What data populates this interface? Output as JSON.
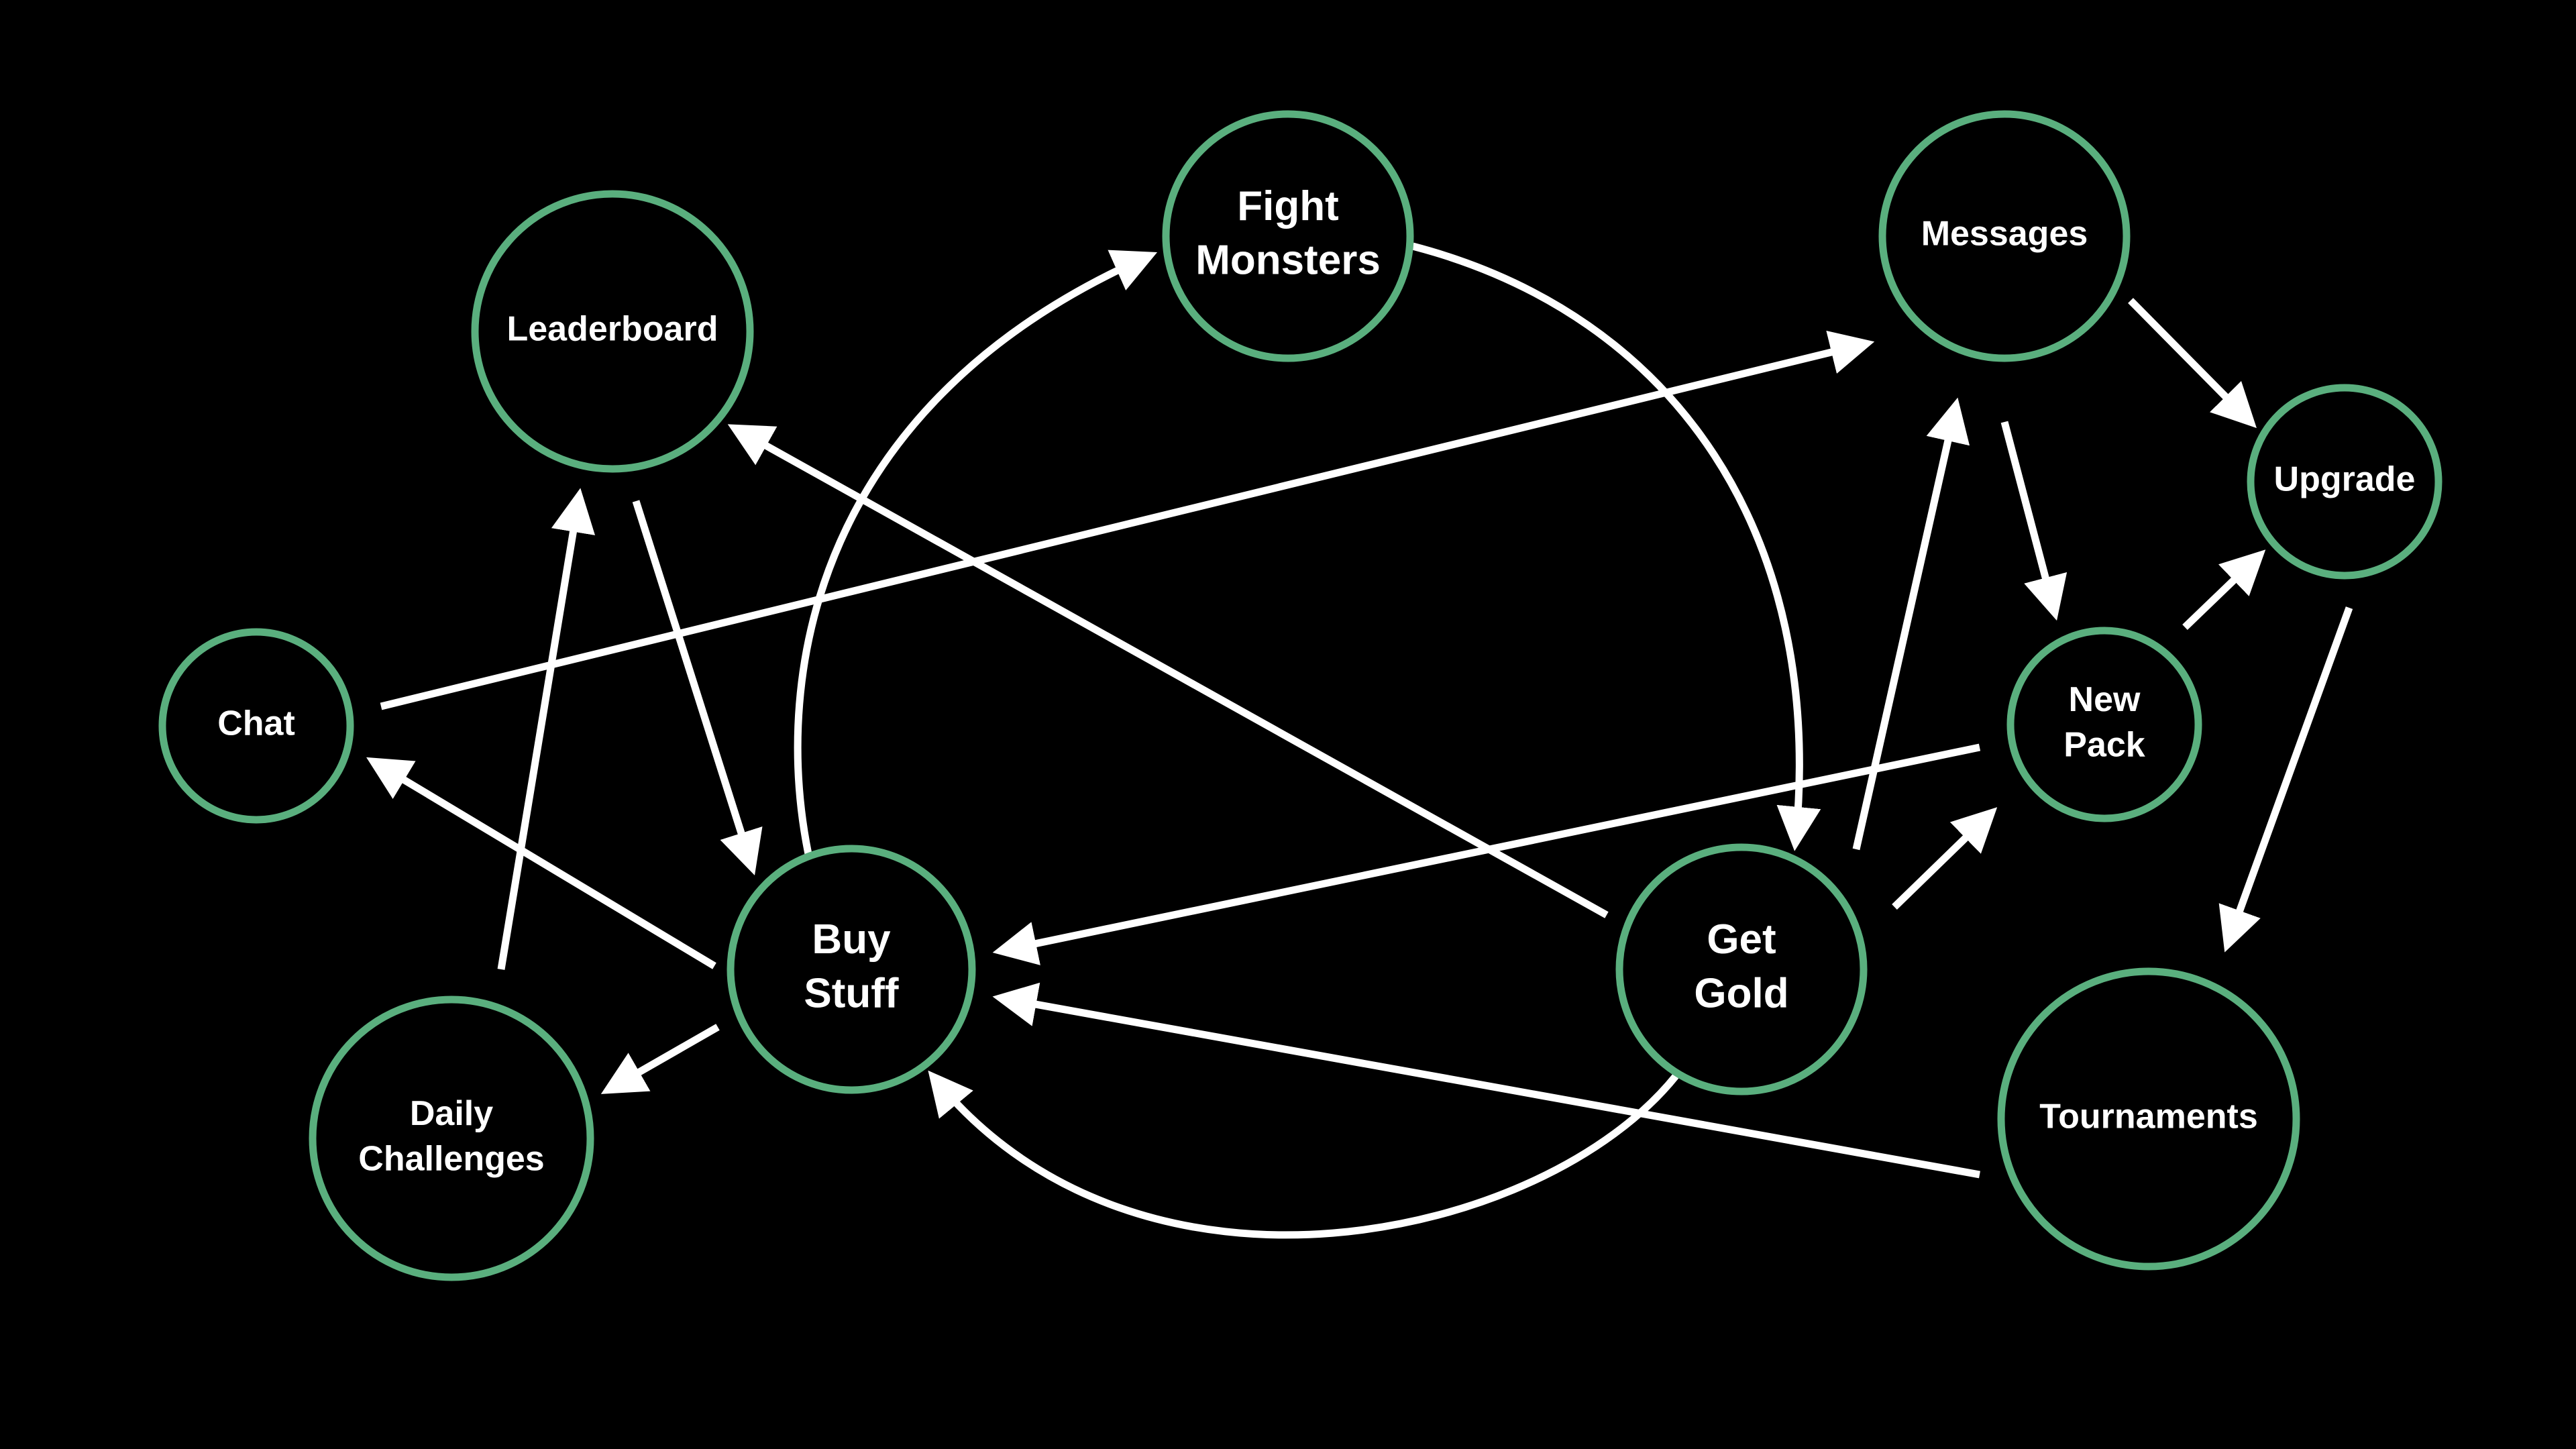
{
  "colors": {
    "background": "#000000",
    "node_stroke": "#5aaf7e",
    "edge": "#ffffff",
    "text": "#ffffff"
  },
  "nodes": [
    {
      "id": "fight-monsters",
      "lines": [
        "Fight",
        "Monsters"
      ]
    },
    {
      "id": "leaderboard",
      "lines": [
        "Leaderboard"
      ]
    },
    {
      "id": "messages",
      "lines": [
        "Messages"
      ]
    },
    {
      "id": "upgrade",
      "lines": [
        "Upgrade"
      ]
    },
    {
      "id": "chat",
      "lines": [
        "Chat"
      ]
    },
    {
      "id": "new-pack",
      "lines": [
        "New",
        "Pack"
      ]
    },
    {
      "id": "buy-stuff",
      "lines": [
        "Buy",
        "Stuff"
      ]
    },
    {
      "id": "get-gold",
      "lines": [
        "Get",
        "Gold"
      ]
    },
    {
      "id": "daily-challenges",
      "lines": [
        "Daily",
        "Challenges"
      ]
    },
    {
      "id": "tournaments",
      "lines": [
        "Tournaments"
      ]
    }
  ],
  "edges": [
    {
      "from": "leaderboard",
      "to": "buy-stuff"
    },
    {
      "from": "daily-challenges",
      "to": "leaderboard"
    },
    {
      "from": "buy-stuff",
      "to": "chat"
    },
    {
      "from": "buy-stuff",
      "to": "daily-challenges"
    },
    {
      "from": "chat",
      "to": "messages"
    },
    {
      "from": "get-gold",
      "to": "leaderboard"
    },
    {
      "from": "buy-stuff",
      "to": "fight-monsters"
    },
    {
      "from": "fight-monsters",
      "to": "get-gold"
    },
    {
      "from": "get-gold",
      "to": "buy-stuff"
    },
    {
      "from": "new-pack",
      "to": "buy-stuff"
    },
    {
      "from": "tournaments",
      "to": "buy-stuff"
    },
    {
      "from": "get-gold",
      "to": "messages"
    },
    {
      "from": "get-gold",
      "to": "new-pack"
    },
    {
      "from": "messages",
      "to": "new-pack"
    },
    {
      "from": "messages",
      "to": "upgrade"
    },
    {
      "from": "new-pack",
      "to": "upgrade"
    },
    {
      "from": "upgrade",
      "to": "tournaments"
    }
  ]
}
